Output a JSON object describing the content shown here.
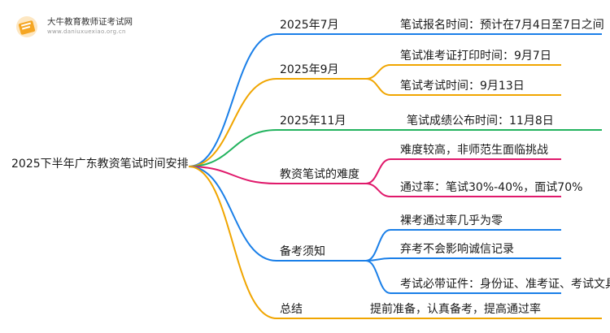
{
  "brand": {
    "name": "大牛教育教师证考试网",
    "url": "www.daniuxuexiao.org.cn",
    "logo_icon": "book-icon",
    "colors": {
      "orange": "#f5a623"
    }
  },
  "mindmap": {
    "root": "2025下半年广东教资笔试时间安排",
    "branches": [
      {
        "label": "2025年7月",
        "color": "#1a7fe8",
        "children": [
          "笔试报名时间：预计在7月4日至7日之间"
        ]
      },
      {
        "label": "2025年9月",
        "color": "#f0a500",
        "children": [
          "笔试准考证打印时间：9月7日",
          "笔试考试时间：9月13日"
        ]
      },
      {
        "label": "2025年11月",
        "color": "#22b35e",
        "children": [
          "笔试成绩公布时间：11月8日"
        ]
      },
      {
        "label": "教资笔试的难度",
        "color": "#e0196b",
        "children": [
          "难度较高，非师范生面临挑战",
          "通过率：笔试30%-40%，面试70%"
        ]
      },
      {
        "label": "备考须知",
        "color": "#1a7fe8",
        "children": [
          "裸考通过率几乎为零",
          "弃考不会影响诚信记录",
          "考试必带证件：身份证、准考证、考试文具"
        ]
      },
      {
        "label": "总结",
        "color": "#f0a500",
        "children": [
          "提前准备，认真备考，提高通过率"
        ]
      }
    ]
  }
}
